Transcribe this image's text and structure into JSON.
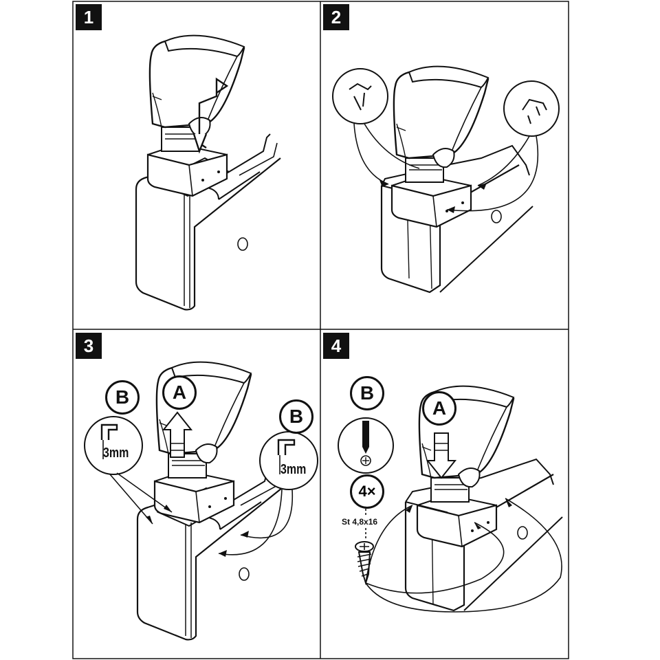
{
  "steps": [
    {
      "number": "1"
    },
    {
      "number": "2"
    },
    {
      "number": "3",
      "callout_a": "A",
      "callout_b_left": "B",
      "callout_b_right": "B",
      "drill_left": "3mm",
      "drill_right": "3mm"
    },
    {
      "number": "4",
      "callout_a": "A",
      "callout_b": "B",
      "quantity": "4×",
      "screw_spec": "St 4,8x16"
    }
  ],
  "colors": {
    "line": "#111111",
    "background": "#ffffff"
  },
  "icons": [
    "armrest-drawing",
    "up-arrow-icon",
    "down-arrow-icon",
    "drill-bit-icon",
    "screwdriver-icon",
    "screw-icon",
    "hand-pointer-icon"
  ]
}
